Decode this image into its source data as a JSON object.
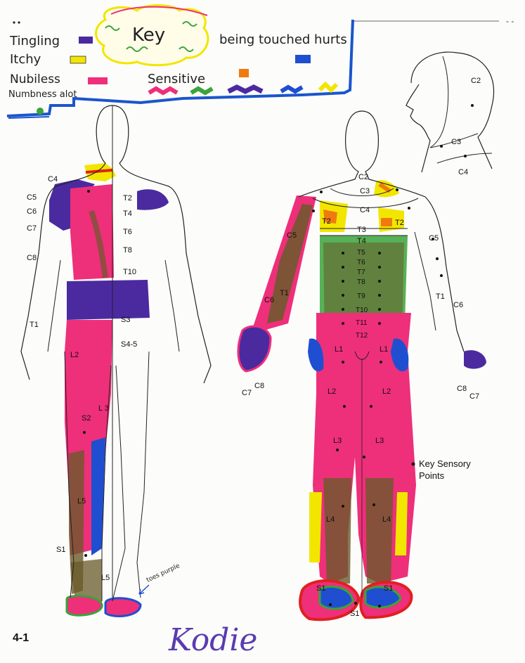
{
  "key": {
    "title": "Key",
    "items": [
      {
        "label": "Tingling",
        "color": "#4b2aa0"
      },
      {
        "label": "Itchy",
        "color": "#f2e600"
      },
      {
        "label": "Nubiless",
        "color": "#ee2f7a"
      },
      {
        "label": "Numbness alot",
        "color": "#3aa33a"
      },
      {
        "label": "being touched hurts",
        "color": "#1f4fd0"
      },
      {
        "label": "Sensitive",
        "color": "#f07a10"
      }
    ],
    "swatch_colors": [
      "#ee2f7a",
      "#3aa33a",
      "#4b2aa0",
      "#1f4fd0",
      "#f2e600"
    ]
  },
  "head_labels": [
    "C2",
    "C3",
    "C4"
  ],
  "back_labels": {
    "C4": "C4",
    "C5": "C5",
    "C6": "C6",
    "C7": "C7",
    "C8": "C8",
    "T1": "T1",
    "T2": "T2",
    "T4": "T4",
    "T6": "T6",
    "T8": "T8",
    "T10": "T10",
    "S3": "S3",
    "S45": "S4-5",
    "L2": "L2",
    "L3": "L\n3",
    "S2": "S2",
    "L5a": "L5",
    "S1": "S1",
    "L5b": "L5"
  },
  "front_labels": {
    "C2": "C2",
    "C3": "C3",
    "C4": "C4",
    "T2a": "T2",
    "T2b": "T2",
    "T3": "T3",
    "T4": "T4",
    "T5": "T5",
    "T6": "T6",
    "T7": "T7",
    "T8": "T8",
    "T9": "T9",
    "T10": "T10",
    "T11": "T11",
    "T12": "T12",
    "C5": "C5",
    "C6": "C6",
    "T1": "T1",
    "C7": "C7",
    "C8": "C8",
    "C8r": "C8",
    "C7r": "C7",
    "L1a": "L1",
    "L1b": "L1",
    "L2a": "L2",
    "L2b": "L2",
    "L3a": "L3",
    "L3b": "L3",
    "L4a": "L4",
    "L4b": "L4",
    "S1a": "S1",
    "S1b": "S1",
    "S1c": "S1"
  },
  "legend_note": "Key Sensory Points",
  "toes_note": "toes purple",
  "figure_number": "4-1",
  "signature": "Kodie"
}
